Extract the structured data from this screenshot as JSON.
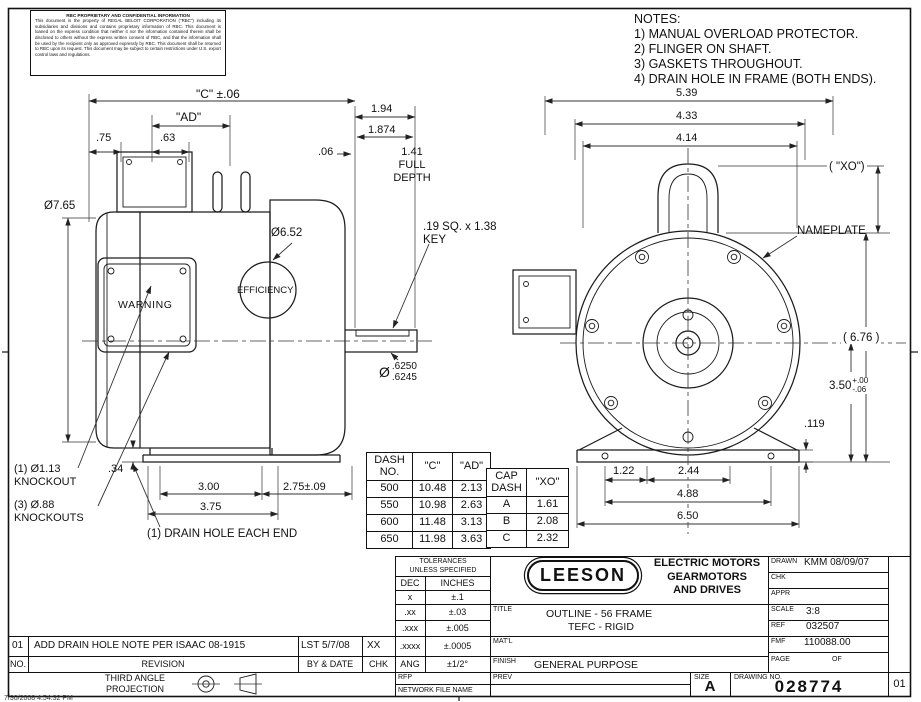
{
  "sheet": {
    "timestamp": "7/30/2008 4:54:32 PM"
  },
  "proprietary": {
    "title": "RBC PROPRIETARY AND CONFIDENTIAL INFORMATION",
    "body": "This document is the property of REGAL BELOIT CORPORATION (\"RBC\") including its subsidiaries and divisions and contains proprietary information of RBC.  This document is loaned on the express condition that neither it nor the information contained therein shall be disclosed to others without the express written consent of RBC, and that the information shall be used by the recipient only as approved expressly by RBC.  This document shall be returned to RBC upon its request.  This document may be subject to certain restrictions under U.S. export control laws and regulations."
  },
  "notes": {
    "title": "NOTES:",
    "items": [
      "1) MANUAL OVERLOAD PROTECTOR.",
      "2) FLINGER ON SHAFT.",
      "3) GASKETS THROUGHOUT.",
      "4) DRAIN HOLE IN FRAME (BOTH ENDS)."
    ]
  },
  "side_view": {
    "dim_c": "\"C\" ±.06",
    "dim_ad": "\"AD\"",
    "dim_75": ".75",
    "dim_63": ".63",
    "dim_194": "1.94",
    "dim_1874": "1.874",
    "dim_06": ".06",
    "full_depth_1": "1.41",
    "full_depth_2": "FULL",
    "full_depth_3": "DEPTH",
    "dia_765": "Ø7.65",
    "dia_652": "Ø6.52",
    "key_1": ".19 SQ. x 1.38",
    "key_2": "KEY",
    "warning": "WARNING",
    "efficiency": "EFFICIENCY",
    "shaft_dia_sym": "Ø",
    "shaft_dia_hi": ".6250",
    "shaft_dia_lo": ".6245",
    "dim_34": ".34",
    "dim_300": "3.00",
    "dim_275": "2.75±.09",
    "dim_375": "3.75",
    "knockout1_l1": "(1) Ø1.13",
    "knockout1_l2": "KNOCKOUT",
    "knockout3_l1": "(3) Ø.88",
    "knockout3_l2": "KNOCKOUTS",
    "drain_note": "(1) DRAIN HOLE EACH END"
  },
  "front_view": {
    "dim_539": "5.39",
    "dim_433": "4.33",
    "dim_414": "4.14",
    "dim_xo": "( \"XO\")",
    "nameplate": "NAMEPLATE",
    "dim_676": "( 6.76 )",
    "dim_350": "3.50",
    "tol_plus": "+.00",
    "tol_minus": "-.06",
    "dim_119": ".119",
    "dim_122": "1.22",
    "dim_244": "2.44",
    "dim_488": "4.88",
    "dim_650": "6.50"
  },
  "dash_table": {
    "col1": "DASH\nNO.",
    "col2": "\"C\"",
    "col3": "\"AD\"",
    "rows": [
      [
        "500",
        "10.48",
        "2.13"
      ],
      [
        "550",
        "10.98",
        "2.63"
      ],
      [
        "600",
        "11.48",
        "3.13"
      ],
      [
        "650",
        "11.98",
        "3.63"
      ]
    ]
  },
  "cap_table": {
    "col1": "CAP\nDASH",
    "col2": "\"XO\"",
    "rows": [
      [
        "A",
        "1.61"
      ],
      [
        "B",
        "2.08"
      ],
      [
        "C",
        "2.32"
      ]
    ]
  },
  "tolerances": {
    "title_1": "TOLERANCES",
    "title_2": "UNLESS SPECIFIED",
    "rows": [
      [
        "DEC",
        "INCHES"
      ],
      [
        "x",
        "±.1"
      ],
      [
        ".xx",
        "±.03"
      ],
      [
        ".xxx",
        "±.005"
      ],
      [
        ".xxxx",
        "±.0005"
      ],
      [
        "ANG",
        "±1/2°"
      ]
    ]
  },
  "revisions": {
    "row": {
      "no": "01",
      "desc": "ADD DRAIN HOLE NOTE PER ISAAC 08-1915",
      "by_date": "LST  5/7/08",
      "chk": "XX"
    },
    "headers": {
      "no": "NO.",
      "desc": "REVISION",
      "by_date": "BY & DATE",
      "chk": "CHK"
    }
  },
  "projection": {
    "line1": "THIRD ANGLE",
    "line2": "PROJECTION"
  },
  "title_block": {
    "logo": "LEESON",
    "company_1": "ELECTRIC MOTORS",
    "company_2": "GEARMOTORS",
    "company_3": "AND DRIVES",
    "title_label": "TITLE",
    "title_1": "OUTLINE - 56 FRAME",
    "title_2": "TEFC - RIGID",
    "matl_label": "MAT'L",
    "finish_label": "FINISH",
    "finish_value": "GENERAL PURPOSE",
    "drawn_label": "DRAWN",
    "drawn_value": "KMM 08/09/07",
    "chk_label": "CHK",
    "appr_label": "APPR",
    "scale_label": "SCALE",
    "scale_value": "3:8",
    "ref_label": "REF",
    "ref_value": "032507",
    "fmf_label": "FMF",
    "fmf_value": "110088.00",
    "page_label": "PAGE",
    "of_label": "OF",
    "rfp_label": "RFP",
    "prev_label": "PREV",
    "network_label": "NETWORK FILE NAME",
    "size_label": "SIZE",
    "size_value": "A",
    "drawing_no_label": "DRAWING NO.",
    "drawing_no_value": "028774",
    "rev_value": "01"
  }
}
